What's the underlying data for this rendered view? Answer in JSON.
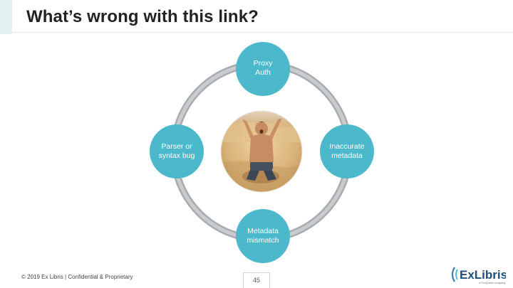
{
  "slide": {
    "title": "What’s wrong with this link?"
  },
  "diagram": {
    "ring_color": "#a8acb0",
    "node_color": "#4cb8cc",
    "nodes": [
      {
        "id": "top",
        "label": "Proxy\nAuth"
      },
      {
        "id": "left",
        "label": "Parser or\nsyntax bug"
      },
      {
        "id": "right",
        "label": "Inaccurate\nmetadata"
      },
      {
        "id": "bottom",
        "label": "Metadata\nmismatch"
      }
    ],
    "center_image": "frustrated man kneeling in desert sand"
  },
  "footer": {
    "copyright": "© 2019 Ex Libris | Confidential & Proprietary",
    "page_number": "45",
    "logo_text": "ExLibris",
    "logo_tagline": "a ProQuest company"
  }
}
